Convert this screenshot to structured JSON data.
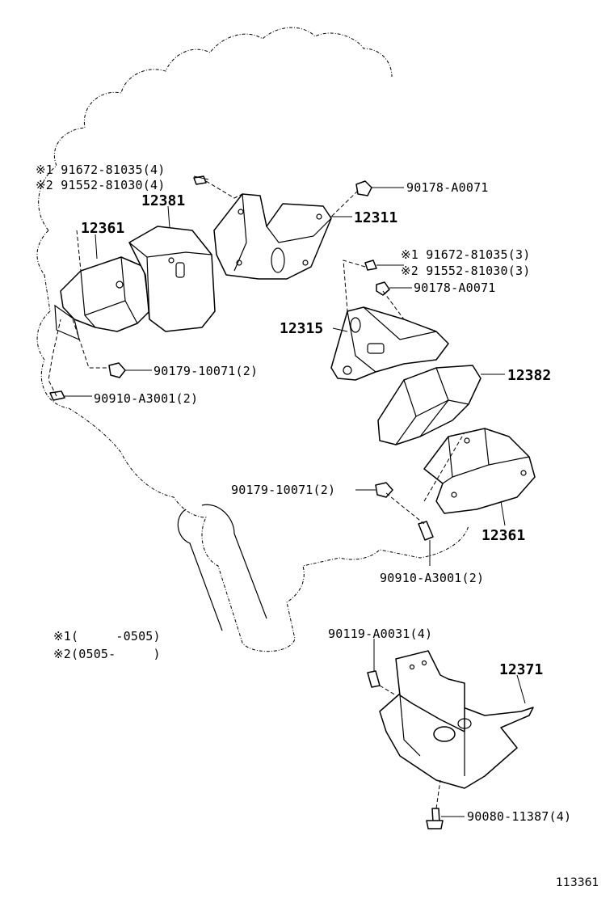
{
  "callouts": [
    {
      "id": "bolt-91672-left",
      "text": "※1 91672-81035(4)"
    },
    {
      "id": "bolt-91552-left",
      "text": "※2 91552-81030(4)"
    },
    {
      "id": "part-12381",
      "text": "12381"
    },
    {
      "id": "part-12361-left",
      "text": "12361"
    },
    {
      "id": "nut-90178-top",
      "text": "90178-A0071"
    },
    {
      "id": "part-12311",
      "text": "12311"
    },
    {
      "id": "bolt-91672-right",
      "text": "※1 91672-81035(3)"
    },
    {
      "id": "bolt-91552-right",
      "text": "※2 91552-81030(3)"
    },
    {
      "id": "nut-90178-mid",
      "text": "90178-A0071"
    },
    {
      "id": "part-12315",
      "text": "12315"
    },
    {
      "id": "part-12382",
      "text": "12382"
    },
    {
      "id": "nut-90179-left",
      "text": "90179-10071(2)"
    },
    {
      "id": "bolt-90910-left",
      "text": "90910-A3001(2)"
    },
    {
      "id": "nut-90179-right",
      "text": "90179-10071(2)"
    },
    {
      "id": "part-12361-right",
      "text": "12361"
    },
    {
      "id": "bolt-90910-right",
      "text": "90910-A3001(2)"
    },
    {
      "id": "bolt-90119",
      "text": "90119-A0031(4)"
    },
    {
      "id": "part-12371",
      "text": "12371"
    },
    {
      "id": "bolt-90080",
      "text": "90080-11387(4)"
    }
  ],
  "notes": [
    {
      "id": "note-1",
      "text": "※1(     -0505)"
    },
    {
      "id": "note-2",
      "text": "※2(0505-     )"
    }
  ],
  "diagram_ref": "113361"
}
